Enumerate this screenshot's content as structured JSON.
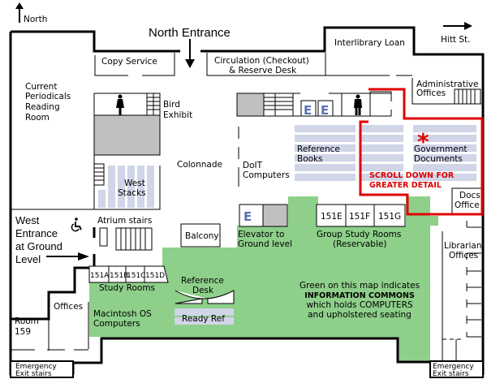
{
  "map": {
    "title": "Library floor map",
    "compass": {
      "label": "North"
    },
    "street": {
      "label": "Hitt St."
    },
    "entrances": {
      "north": "North Entrance",
      "west": [
        "West",
        "Entrance",
        "at Ground",
        "Level"
      ]
    },
    "rooms": {
      "copy_service": "Copy Service",
      "circulation": [
        "Circulation (Checkout)",
        "& Reserve Desk"
      ],
      "interlibrary_loan": "Interlibrary Loan",
      "administrative_offices": [
        "Administrative",
        "Offices"
      ],
      "current_periodicals": [
        "Current",
        "Periodicals",
        "Reading",
        "Room"
      ],
      "bird_exhibit": [
        "Bird",
        "Exhibit"
      ],
      "colonnade": "Colonnade",
      "west_stacks": [
        "West",
        "Stacks"
      ],
      "doit_computers": [
        "DoIT",
        "Computers"
      ],
      "reference_books": [
        "Reference",
        "Books"
      ],
      "government_documents": [
        "Government",
        "Documents"
      ],
      "docs_office": [
        "Docs",
        "Office"
      ],
      "atrium_stairs": "Atrium stairs",
      "balcony": "Balcony",
      "elevator": [
        "Elevator to",
        "Ground level"
      ],
      "elevator_symbol": "E",
      "group_study_rooms": [
        "Group Study Rooms",
        "(Reservable)"
      ],
      "group_study_room_numbers": [
        "151E",
        "151F",
        "151G"
      ],
      "study_room_numbers": [
        "151A",
        "151B",
        "151C",
        "151D"
      ],
      "study_rooms": "Study Rooms",
      "reference_desk": [
        "Reference",
        "Desk"
      ],
      "ready_ref": "Ready Ref",
      "macintosh": [
        "Macintosh OS",
        "Computers"
      ],
      "librarian_offices": [
        "Librarian",
        "Offices"
      ],
      "offices": "Offices",
      "room_159": [
        "Room",
        "159"
      ],
      "emergency_exit_left": [
        "Emergency",
        "Exit stairs"
      ],
      "emergency_exit_right": [
        "Emergency",
        "Exit stairs"
      ]
    },
    "callout": {
      "asterisk": "*",
      "text": [
        "SCROLL DOWN FOR",
        "GREATER DETAIL"
      ],
      "color": "#e00000"
    },
    "legend": {
      "line1": "Green on this map indicates",
      "line2": "INFORMATION COMMONS",
      "line3": "which holds COMPUTERS",
      "line4": "and upholstered seating",
      "green_color": "#8ecf8a"
    },
    "colors": {
      "shelf": "#d0d5e8",
      "gray": "#c0c0c0",
      "elevator_letter": "#5b70b0"
    }
  }
}
